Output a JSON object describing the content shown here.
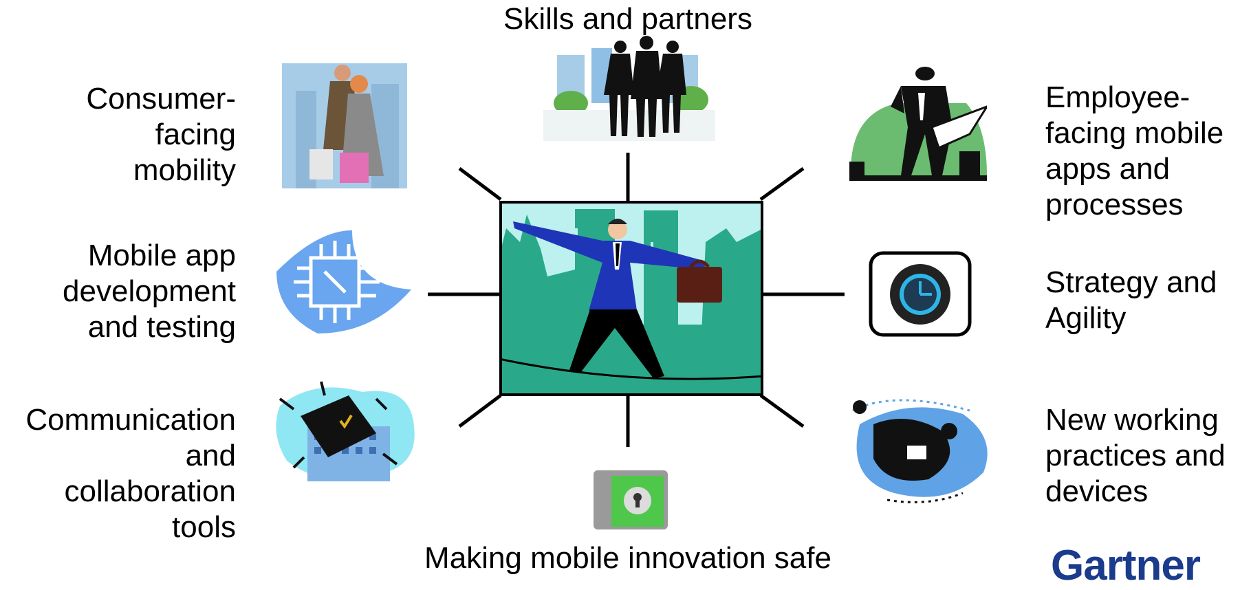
{
  "labels": {
    "top": "Skills and partners",
    "consumer": [
      "Consumer-",
      "facing",
      "mobility"
    ],
    "app_dev": [
      "Mobile app",
      "development",
      "and testing"
    ],
    "comm": [
      "Communication",
      "and",
      "collaboration",
      "tools"
    ],
    "employee": [
      "Employee-",
      "facing mobile",
      "apps and",
      "processes"
    ],
    "strategy": [
      "Strategy and",
      "Agility"
    ],
    "working": [
      "New working",
      "practices and",
      "devices"
    ],
    "bottom": "Making mobile innovation safe"
  },
  "brand": "Gartner",
  "colors": {
    "line": "#000000",
    "teal": "#2aa98a",
    "sky": "#bdf1f0",
    "suit": "#1f35b8",
    "brand": "#1b3b8c"
  }
}
